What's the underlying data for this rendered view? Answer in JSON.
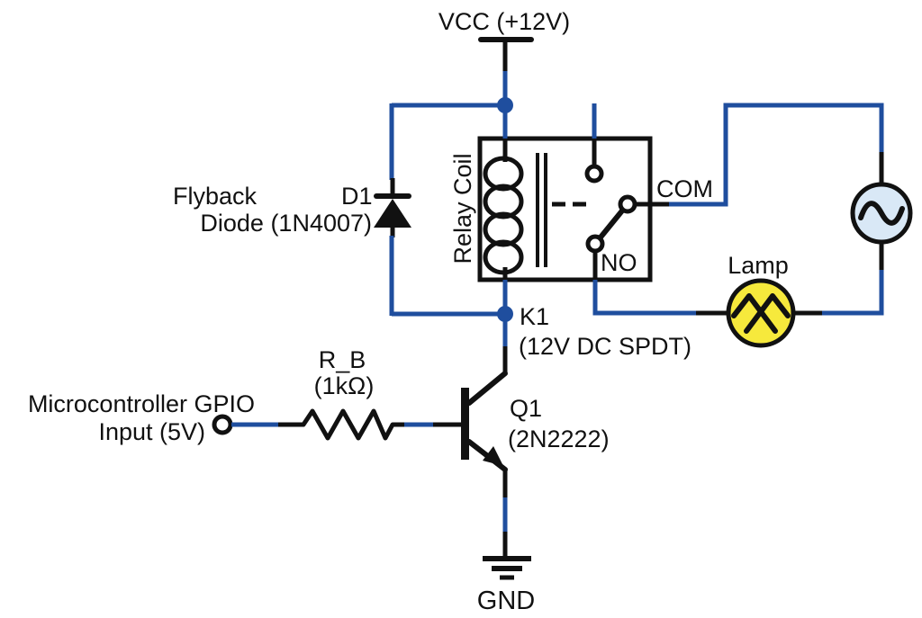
{
  "diagram": {
    "type": "circuit-schematic",
    "description": "Microcontroller GPIO driving a 12V SPDT relay through an NPN transistor, switching a lamp on an AC circuit",
    "colors": {
      "background": "#ffffff",
      "wire_blue": "#1f4e9e",
      "component_black": "#111111",
      "lamp_fill": "#f6e93c",
      "ac_source_fill": "#d9e8f6"
    }
  },
  "labels": {
    "vcc": "VCC (+12V)",
    "flyback_line1": "Flyback",
    "flyback_line2": "Diode (1N4007)",
    "d1": "D1",
    "relay_coil": "Relay Coil",
    "com": "COM",
    "no": "NO",
    "k1": "K1",
    "k1_sub": "(12V DC SPDT)",
    "lamp": "Lamp",
    "rb": "R_B",
    "rb_sub": "(1kΩ)",
    "gpio_line1": "Microcontroller GPIO",
    "gpio_line2": "Input (5V)",
    "q1": "Q1",
    "q1_sub": "(2N2222)",
    "gnd": "GND"
  },
  "components": {
    "power_rail": {
      "name": "VCC",
      "value": "+12V"
    },
    "flyback_diode": {
      "ref": "D1",
      "part": "1N4007",
      "role": "Flyback Diode"
    },
    "relay": {
      "ref": "K1",
      "part": "12V DC SPDT",
      "coil_label": "Relay Coil",
      "contacts": [
        "COM",
        "NO"
      ]
    },
    "base_resistor": {
      "ref": "R_B",
      "value": "1kΩ"
    },
    "transistor": {
      "ref": "Q1",
      "part": "2N2222",
      "type": "NPN"
    },
    "gpio_input": {
      "name": "Microcontroller GPIO Input",
      "level": "5V"
    },
    "lamp": {
      "name": "Lamp"
    },
    "ac_source": {
      "name": "ac-source"
    },
    "ground": {
      "name": "GND"
    }
  }
}
